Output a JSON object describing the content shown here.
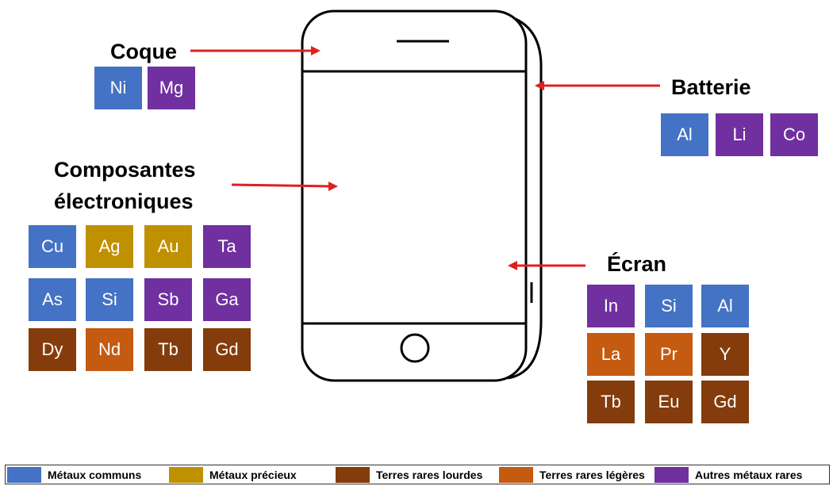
{
  "colors": {
    "common": "#4472C4",
    "precious": "#BF9000",
    "heavy": "#843C0C",
    "light": "#C55A11",
    "other": "#7030A0",
    "arrow": "#E02020"
  },
  "labels": {
    "coque": "Coque",
    "batterie": "Batterie",
    "composantes_1": "Composantes",
    "composantes_2": "électroniques",
    "ecran": "Écran"
  },
  "groups": {
    "coque": [
      {
        "symbol": "Ni",
        "category": "common"
      },
      {
        "symbol": "Mg",
        "category": "other"
      }
    ],
    "batterie": [
      {
        "symbol": "Al",
        "category": "common"
      },
      {
        "symbol": "Li",
        "category": "other"
      },
      {
        "symbol": "Co",
        "category": "other"
      }
    ],
    "composantes": [
      {
        "symbol": "Cu",
        "category": "common"
      },
      {
        "symbol": "Ag",
        "category": "precious"
      },
      {
        "symbol": "Au",
        "category": "precious"
      },
      {
        "symbol": "Ta",
        "category": "other"
      },
      {
        "symbol": "As",
        "category": "common"
      },
      {
        "symbol": "Si",
        "category": "common"
      },
      {
        "symbol": "Sb",
        "category": "other"
      },
      {
        "symbol": "Ga",
        "category": "other"
      },
      {
        "symbol": "Dy",
        "category": "heavy"
      },
      {
        "symbol": "Nd",
        "category": "light"
      },
      {
        "symbol": "Tb",
        "category": "heavy"
      },
      {
        "symbol": "Gd",
        "category": "heavy"
      }
    ],
    "ecran": [
      {
        "symbol": "In",
        "category": "other"
      },
      {
        "symbol": "Si",
        "category": "common"
      },
      {
        "symbol": "Al",
        "category": "common"
      },
      {
        "symbol": "La",
        "category": "light"
      },
      {
        "symbol": "Pr",
        "category": "light"
      },
      {
        "symbol": "Y",
        "category": "heavy"
      },
      {
        "symbol": "Tb",
        "category": "heavy"
      },
      {
        "symbol": "Eu",
        "category": "heavy"
      },
      {
        "symbol": "Gd",
        "category": "heavy"
      }
    ]
  },
  "legend": [
    {
      "label": "Métaux communs",
      "category": "common"
    },
    {
      "label": "Métaux précieux",
      "category": "precious"
    },
    {
      "label": "Terres rares lourdes",
      "category": "heavy"
    },
    {
      "label": "Terres rares légères",
      "category": "light"
    },
    {
      "label": "Autres métaux rares",
      "category": "other"
    }
  ]
}
